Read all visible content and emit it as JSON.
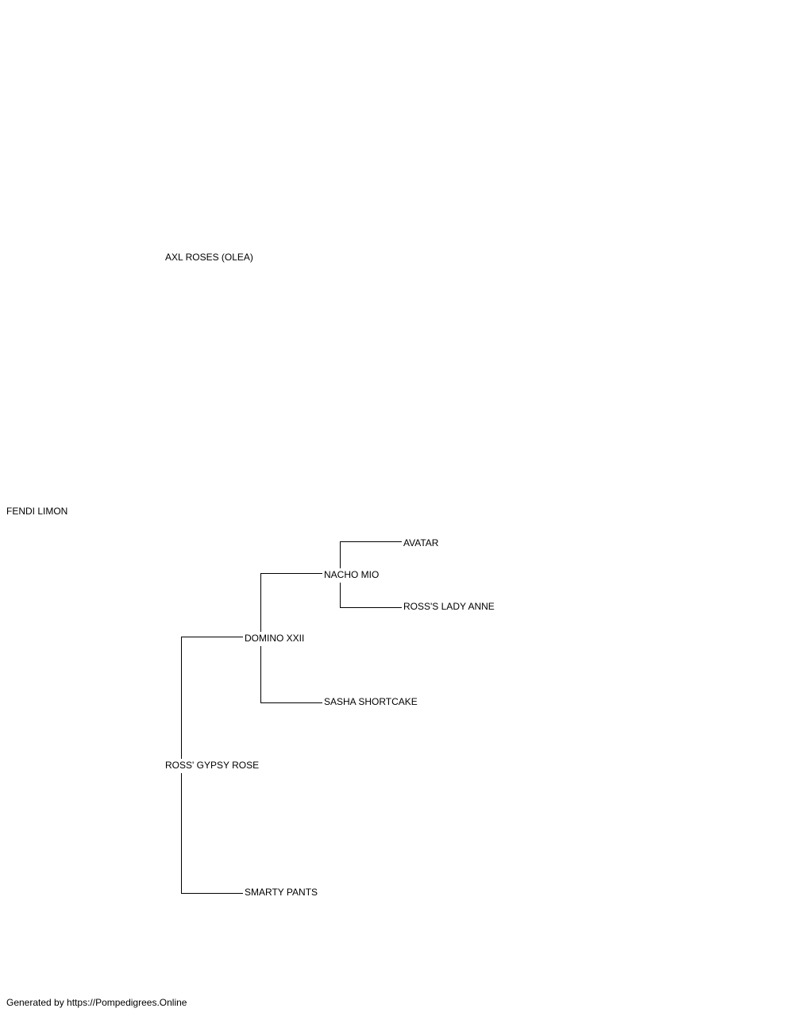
{
  "pedigree": {
    "subject": "FENDI LIMON",
    "sire": "AXL ROSES (OLEA)",
    "dam": "ROSS' GYPSY ROSE",
    "dam_sire": "DOMINO XXII",
    "dam_dam": "SMARTY PANTS",
    "dam_sire_sire": "NACHO MIO",
    "dam_sire_dam": "SASHA SHORTCAKE",
    "dam_sire_sire_sire": "AVATAR",
    "dam_sire_sire_dam": "ROSS'S LADY ANNE"
  },
  "footer": {
    "credit": "Generated by https://Pompedigrees.Online"
  }
}
